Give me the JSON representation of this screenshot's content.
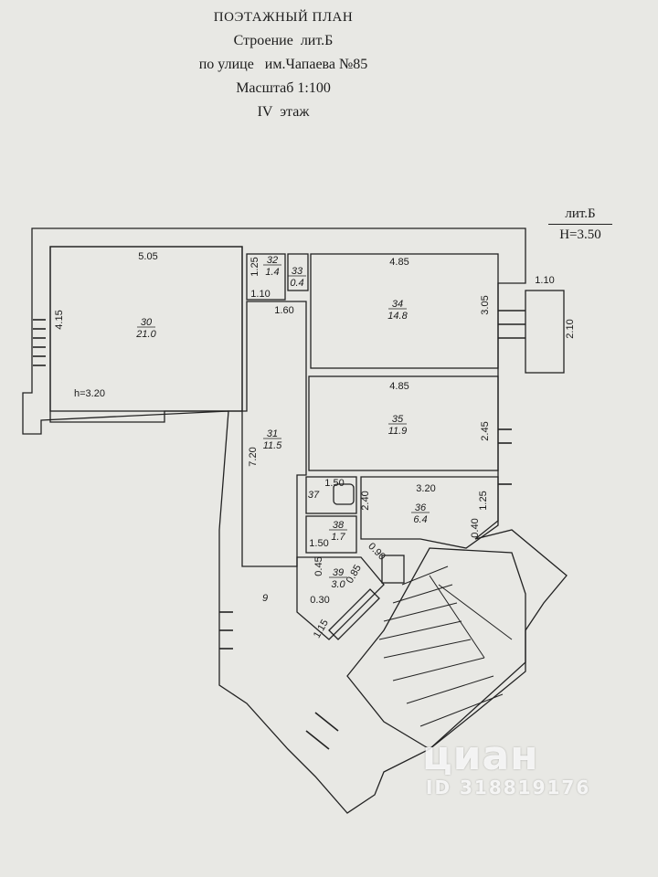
{
  "header": {
    "title": "ПОЭТАЖНЫЙ ПЛАН",
    "building": "Строение  лит.Б",
    "address": "по улице   им.Чапаева №85",
    "scale": "Масштаб 1:100",
    "floor": "IV  этаж"
  },
  "litera": {
    "name": "лит.Б",
    "height": "H=3.50"
  },
  "ceiling_note": "h=3.20",
  "rooms": [
    {
      "num": "30",
      "area": "21.0"
    },
    {
      "num": "31",
      "area": "11.5"
    },
    {
      "num": "32",
      "area": "1.4"
    },
    {
      "num": "33",
      "area": "0.4"
    },
    {
      "num": "34",
      "area": "14.8"
    },
    {
      "num": "35",
      "area": "11.9"
    },
    {
      "num": "36",
      "area": "6.4"
    },
    {
      "num": "37",
      "area": ""
    },
    {
      "num": "38",
      "area": "1.7"
    },
    {
      "num": "39",
      "area": "3.0"
    },
    {
      "num": "9",
      "area": ""
    }
  ],
  "dimensions": [
    "5.05",
    "4.15",
    "1.25",
    "1.10",
    "1.60",
    "4.85",
    "3.05",
    "1.10",
    "2.10",
    "4.85",
    "2.45",
    "7.20",
    "3.20",
    "1.50",
    "2.40",
    "1.25",
    "0.40",
    "1.50",
    "0.90",
    "0.45",
    "0.85",
    "0.30",
    "1.15"
  ],
  "watermark": {
    "brand": "циан",
    "id": "ID 318819176"
  },
  "colors": {
    "paper": "#e8e8e4",
    "ink": "#1c1c1c"
  }
}
